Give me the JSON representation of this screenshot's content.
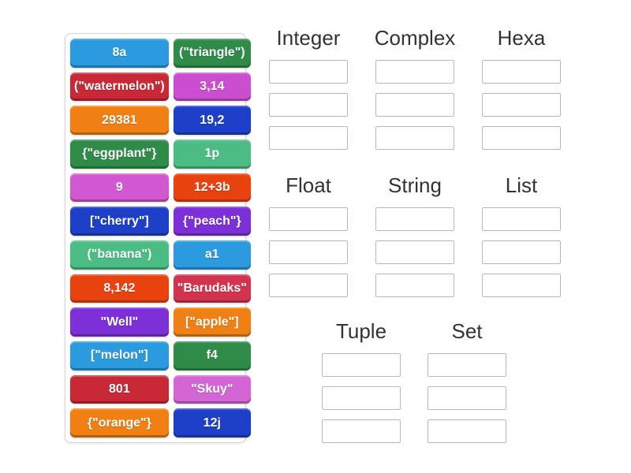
{
  "game": {
    "colors": {
      "page_background": "#ffffff",
      "header_text": "#333333",
      "slot_border": "#b9b9b9",
      "tile_text": "#ffffff",
      "panel_border": "#d6d6d6"
    },
    "tile_pool": {
      "tiles": [
        {
          "label": "8a",
          "color": "#2b9ade"
        },
        {
          "label": "(\"triangle\")",
          "color": "#2e8c48"
        },
        {
          "label": "(\"watermelon\")",
          "color": "#c92936"
        },
        {
          "label": "3,14",
          "color": "#ca4ecf"
        },
        {
          "label": "29381",
          "color": "#f08013"
        },
        {
          "label": "19,2",
          "color": "#1e40c8"
        },
        {
          "label": "{\"eggplant\"}",
          "color": "#2e8c48"
        },
        {
          "label": "1p",
          "color": "#4cbc85"
        },
        {
          "label": "9",
          "color": "#d158d1"
        },
        {
          "label": "12+3b",
          "color": "#e8430f"
        },
        {
          "label": "[\"cherry\"]",
          "color": "#1e40c8"
        },
        {
          "label": "{\"peach\"}",
          "color": "#7d2fd8"
        },
        {
          "label": "(\"banana\")",
          "color": "#4cbc85"
        },
        {
          "label": "a1",
          "color": "#2b9ade"
        },
        {
          "label": "8,142",
          "color": "#e8430f"
        },
        {
          "label": "\"Barudaks\"",
          "color": "#d2344e"
        },
        {
          "label": "\"Well\"",
          "color": "#7d2fd8"
        },
        {
          "label": "[\"apple\"]",
          "color": "#f08013"
        },
        {
          "label": "[\"melon\"]",
          "color": "#2b9ade"
        },
        {
          "label": "f4",
          "color": "#2e8c48"
        },
        {
          "label": "801",
          "color": "#c92936"
        },
        {
          "label": "\"Skuy\"",
          "color": "#d465d4"
        },
        {
          "label": "{\"orange\"}",
          "color": "#f08013"
        },
        {
          "label": "12j",
          "color": "#1e40c8"
        }
      ]
    },
    "groups": [
      {
        "label": "Integer",
        "slot_count": 3
      },
      {
        "label": "Complex",
        "slot_count": 3
      },
      {
        "label": "Hexa",
        "slot_count": 3
      },
      {
        "label": "Float",
        "slot_count": 3
      },
      {
        "label": "String",
        "slot_count": 3
      },
      {
        "label": "List",
        "slot_count": 3
      },
      {
        "label": "Tuple",
        "slot_count": 3
      },
      {
        "label": "Set",
        "slot_count": 3
      }
    ]
  }
}
